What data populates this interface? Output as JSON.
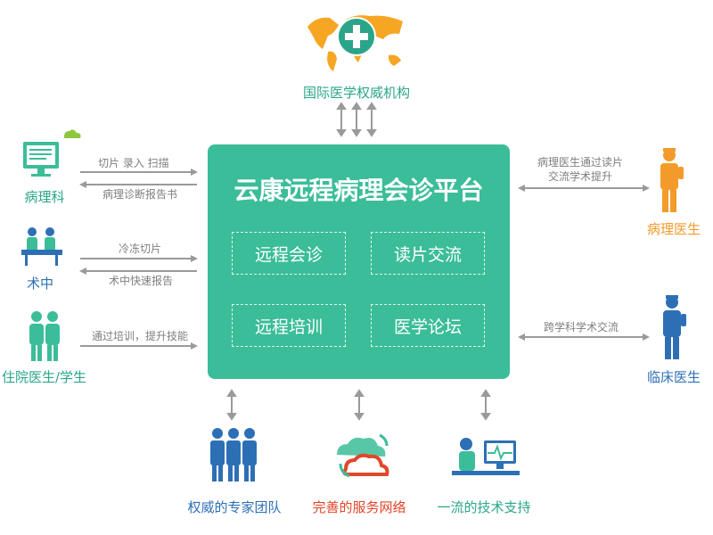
{
  "platform": {
    "title": "云康远程病理会诊平台",
    "modules": [
      "远程会诊",
      "读片交流",
      "远程培训",
      "医学论坛"
    ]
  },
  "top": {
    "label": "国际医学权威机构"
  },
  "left": [
    {
      "label": "病理科",
      "arrow_top": "切片  录入  扫描",
      "arrow_bottom": "病理诊断报告书"
    },
    {
      "label": "术中",
      "arrow_top": "冷冻切片",
      "arrow_bottom": "术中快速报告"
    },
    {
      "label": "住院医生/学生",
      "arrow_top": "通过培训，提升技能"
    }
  ],
  "right": [
    {
      "label": "病理医生",
      "arrow_line1": "病理医生通过读片",
      "arrow_line2": "交流学术提升"
    },
    {
      "label": "临床医生",
      "arrow_text": "跨学科学术交流"
    }
  ],
  "bottom": [
    {
      "label": "权威的专家团队"
    },
    {
      "label": "完善的服务网络"
    },
    {
      "label": "一流的技术支持"
    }
  ],
  "colors": {
    "teal": "#3bbd99",
    "orange": "#f39b2a",
    "blue": "#2d6fb5",
    "red": "#e2462a",
    "arrow": "#9a9a9a"
  }
}
